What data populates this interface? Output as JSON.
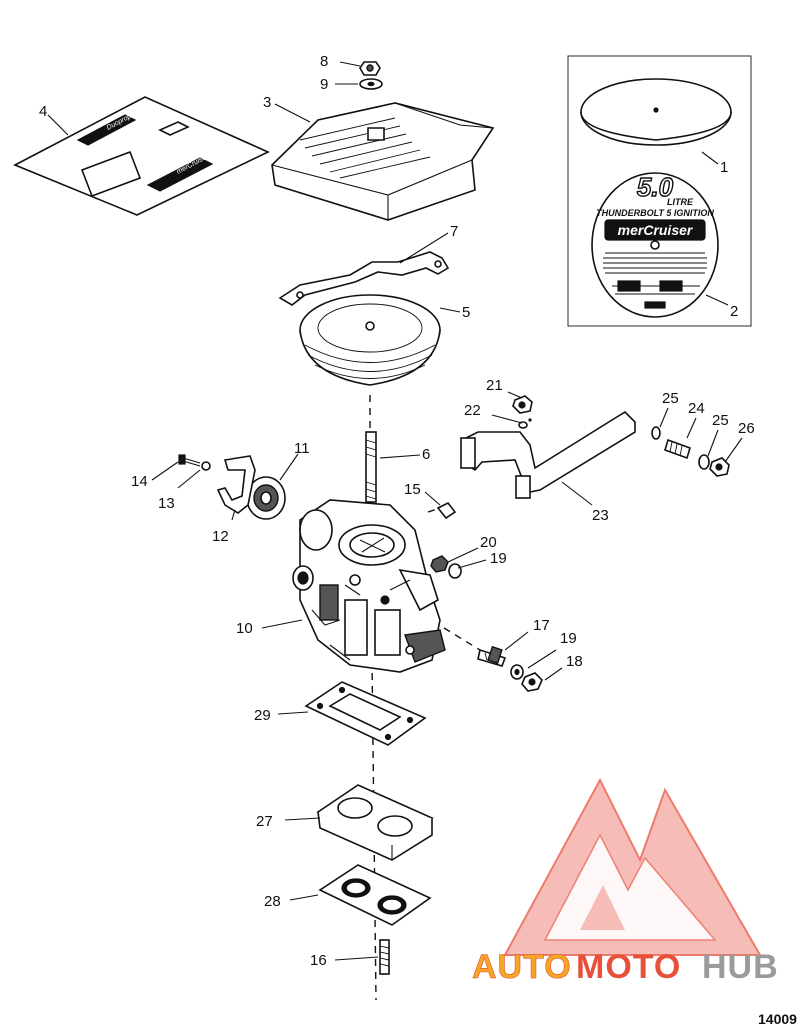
{
  "callouts": [
    {
      "id": "1",
      "label": "1"
    },
    {
      "id": "2",
      "label": "2"
    },
    {
      "id": "3",
      "label": "3"
    },
    {
      "id": "4",
      "label": "4"
    },
    {
      "id": "5",
      "label": "5"
    },
    {
      "id": "6",
      "label": "6"
    },
    {
      "id": "7",
      "label": "7"
    },
    {
      "id": "8",
      "label": "8"
    },
    {
      "id": "9",
      "label": "9"
    },
    {
      "id": "10",
      "label": "10"
    },
    {
      "id": "11",
      "label": "11"
    },
    {
      "id": "12",
      "label": "12"
    },
    {
      "id": "13",
      "label": "13"
    },
    {
      "id": "14",
      "label": "14"
    },
    {
      "id": "15",
      "label": "15"
    },
    {
      "id": "16",
      "label": "16"
    },
    {
      "id": "17",
      "label": "17"
    },
    {
      "id": "18",
      "label": "18"
    },
    {
      "id": "19a",
      "label": "19"
    },
    {
      "id": "19b",
      "label": "19"
    },
    {
      "id": "20",
      "label": "20"
    },
    {
      "id": "21",
      "label": "21"
    },
    {
      "id": "22",
      "label": "22"
    },
    {
      "id": "23",
      "label": "23"
    },
    {
      "id": "24",
      "label": "24"
    },
    {
      "id": "25a",
      "label": "25"
    },
    {
      "id": "25b",
      "label": "25"
    },
    {
      "id": "26",
      "label": "26"
    },
    {
      "id": "27",
      "label": "27"
    },
    {
      "id": "28",
      "label": "28"
    },
    {
      "id": "29",
      "label": "29"
    }
  ],
  "decal": {
    "displacement": "5.0",
    "unit": "LITRE",
    "ignition": "THUNDERBOLT 5 IGNITION",
    "brand": "merCruiser"
  },
  "decal_sheet": {
    "brand": "merCruiser"
  },
  "reference_number": "14009",
  "watermark": {
    "part1": "AUTO",
    "part2": "MOTO",
    "part3": "HUB",
    "color_light": "#f5a623",
    "color_mid": "#e8503a",
    "color_dark": "#9b9b9b"
  }
}
